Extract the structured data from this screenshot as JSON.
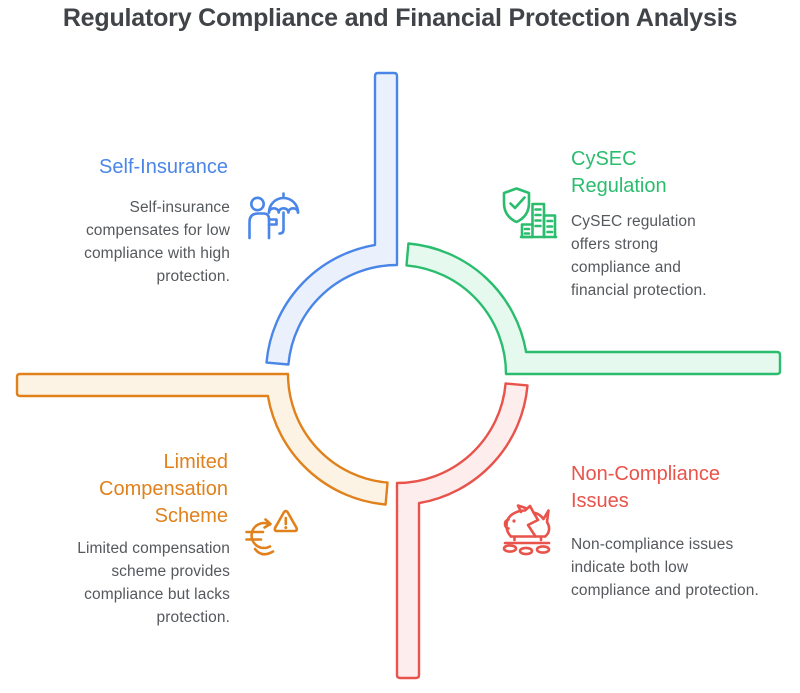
{
  "title": "Regulatory Compliance and Financial Protection Analysis",
  "background_color": "#ffffff",
  "title_color": "#404347",
  "body_text_color": "#55585c",
  "quadrants": [
    {
      "id": "self-insurance",
      "heading": "Self-Insurance",
      "body": "Self-insurance compensates for low compliance with high protection.",
      "icon": "person-umbrella-icon",
      "color": "#4a86e8",
      "fill": "#eaf1fc"
    },
    {
      "id": "cysec-regulation",
      "heading": "CySEC Regulation",
      "body": "CySEC regulation offers strong compliance and financial protection.",
      "icon": "shield-check-building-icon",
      "color": "#2bbd6e",
      "fill": "#e5f9ee"
    },
    {
      "id": "limited-compensation-scheme",
      "heading": "Limited Compensation Scheme",
      "body": "Limited compensation scheme provides compliance but lacks protection.",
      "icon": "euro-warning-icon",
      "color": "#e0811c",
      "fill": "#fdf3e5"
    },
    {
      "id": "non-compliance-issues",
      "heading": "Non-Compliance Issues",
      "body": "Non-compliance issues indicate both low compliance and protection.",
      "icon": "broken-piggy-bank-icon",
      "color": "#e8534b",
      "fill": "#fdedec"
    }
  ]
}
